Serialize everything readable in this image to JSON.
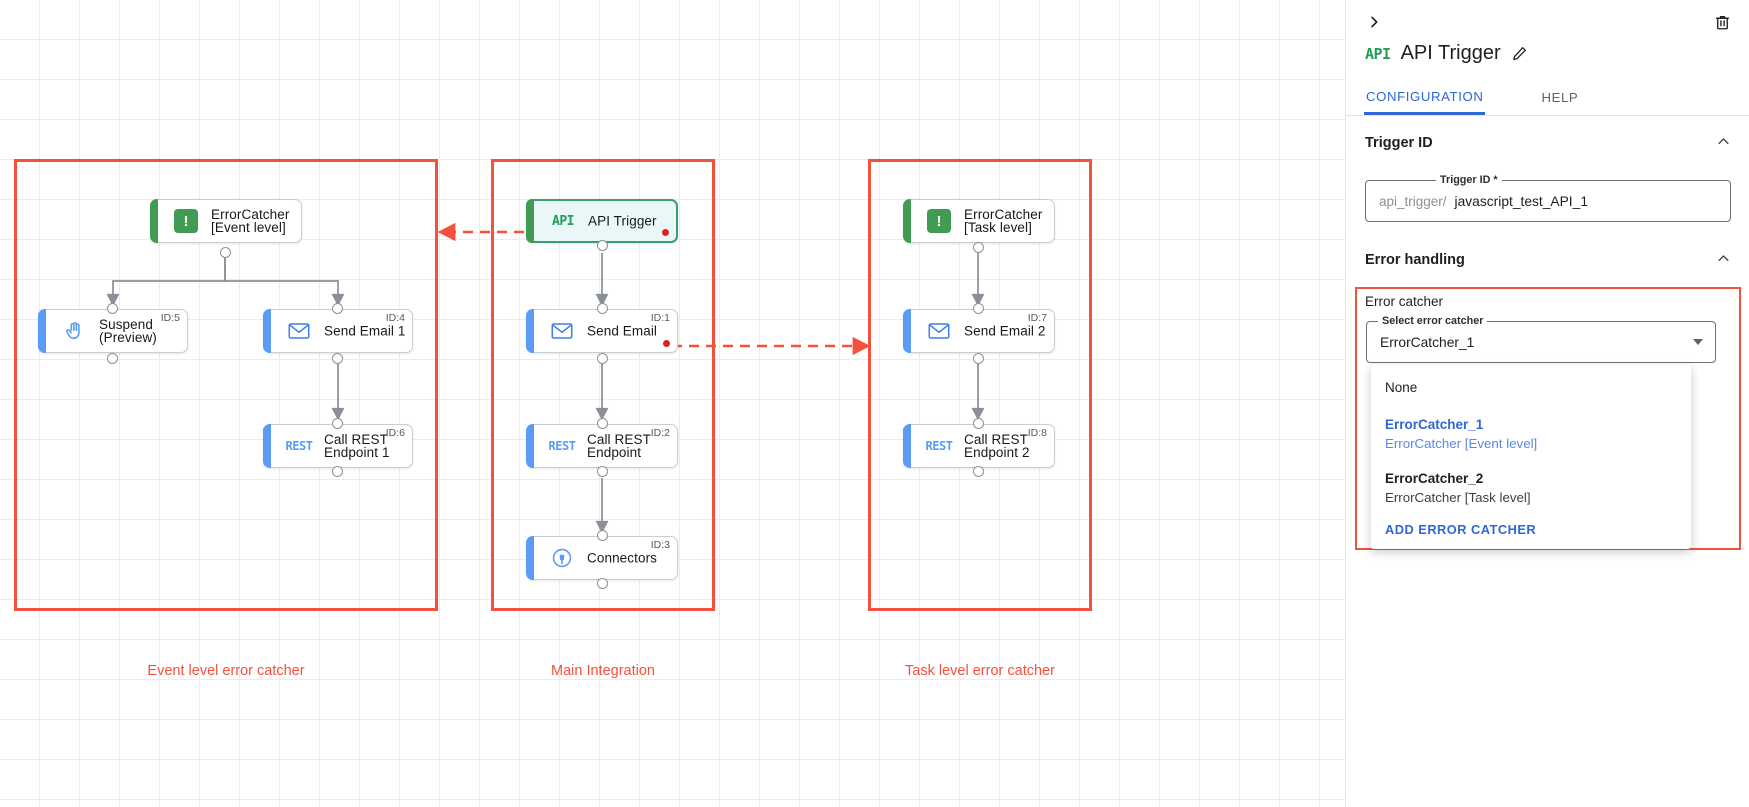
{
  "canvas": {
    "groups": [
      {
        "label": "Event level error catcher"
      },
      {
        "label": "Main Integration"
      },
      {
        "label": "Task level error catcher"
      }
    ],
    "nodes": [
      {
        "name": "errorcatcher-event",
        "title": "ErrorCatcher\n[Event level]",
        "icon": "error-catcher-icon",
        "id_tag": "",
        "selected": false,
        "error": false
      },
      {
        "name": "suspend-preview",
        "title": "Suspend\n(Preview)",
        "icon": "hand-icon",
        "id_tag": "ID:5",
        "selected": false,
        "error": false
      },
      {
        "name": "send-email-1",
        "title": "Send Email 1",
        "icon": "envelope-icon",
        "id_tag": "ID:4",
        "selected": false,
        "error": false
      },
      {
        "name": "call-rest-endpoint-1",
        "title": "Call REST\nEndpoint 1",
        "icon": "rest-icon",
        "id_tag": "ID:6",
        "selected": false,
        "error": false
      },
      {
        "name": "api-trigger",
        "title": "API Trigger",
        "icon": "api-icon",
        "id_tag": "",
        "selected": true,
        "error": true
      },
      {
        "name": "send-email",
        "title": "Send Email",
        "icon": "envelope-icon",
        "id_tag": "ID:1",
        "selected": false,
        "error": true
      },
      {
        "name": "call-rest-endpoint",
        "title": "Call REST\nEndpoint",
        "icon": "rest-icon",
        "id_tag": "ID:2",
        "selected": false,
        "error": false
      },
      {
        "name": "connectors",
        "title": "Connectors",
        "icon": "connectors-icon",
        "id_tag": "ID:3",
        "selected": false,
        "error": false
      },
      {
        "name": "errorcatcher-task",
        "title": "ErrorCatcher\n[Task level]",
        "icon": "error-catcher-icon",
        "id_tag": "",
        "selected": false,
        "error": false
      },
      {
        "name": "send-email-2",
        "title": "Send Email 2",
        "icon": "envelope-icon",
        "id_tag": "ID:7",
        "selected": false,
        "error": false
      },
      {
        "name": "call-rest-endpoint-2",
        "title": "Call REST\nEndpoint 2",
        "icon": "rest-icon",
        "id_tag": "ID:8",
        "selected": false,
        "error": false
      }
    ]
  },
  "panel": {
    "collapse_icon": "chevron-right-icon",
    "delete_icon": "trash-icon",
    "node_type_badge": "API",
    "title": "API Trigger",
    "edit_icon": "pencil-icon",
    "tabs": [
      {
        "label": "CONFIGURATION",
        "active": true
      },
      {
        "label": "HELP",
        "active": false
      }
    ],
    "trigger_id_section": {
      "heading": "Trigger ID",
      "collapse_icon": "chevron-up-icon",
      "field_legend": "Trigger ID *",
      "field_prefix": "api_trigger/",
      "field_value": "javascript_test_API_1"
    },
    "error_handling_section": {
      "heading": "Error handling",
      "collapse_icon": "chevron-up-icon",
      "error_catcher_label": "Error catcher",
      "select_legend": "Select error catcher",
      "select_value": "ErrorCatcher_1",
      "options": [
        {
          "primary": "None",
          "secondary": "",
          "selected": false
        },
        {
          "primary": "ErrorCatcher_1",
          "secondary": "ErrorCatcher [Event level]",
          "selected": true
        },
        {
          "primary": "ErrorCatcher_2",
          "secondary": "ErrorCatcher [Task level]",
          "selected": false
        }
      ],
      "add_action": "ADD ERROR CATCHER"
    }
  },
  "colors": {
    "accent_blue": "#2f67d8",
    "error_red": "#f4513c",
    "node_green": "#3f9c52",
    "node_blue": "#5b9bf8",
    "dot_red": "#e02020"
  }
}
